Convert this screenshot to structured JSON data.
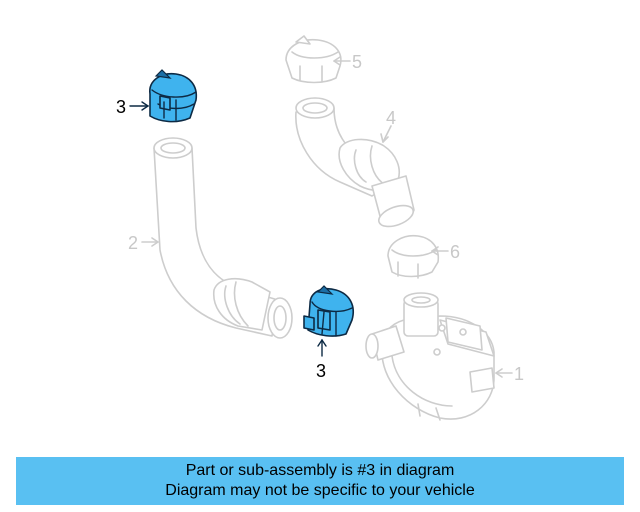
{
  "callouts": {
    "part1": "1",
    "part2": "2",
    "part3_top": "3",
    "part3_bottom": "3",
    "part4": "4",
    "part5": "5",
    "part6": "6"
  },
  "banner": {
    "line1": "Part or sub-assembly is #3 in diagram",
    "line2": "Diagram may not be specific to your vehicle"
  },
  "colors": {
    "highlight": "#3fb3ee",
    "banner": "#59c0f2",
    "ghost_stroke": "#cdcdcd"
  }
}
